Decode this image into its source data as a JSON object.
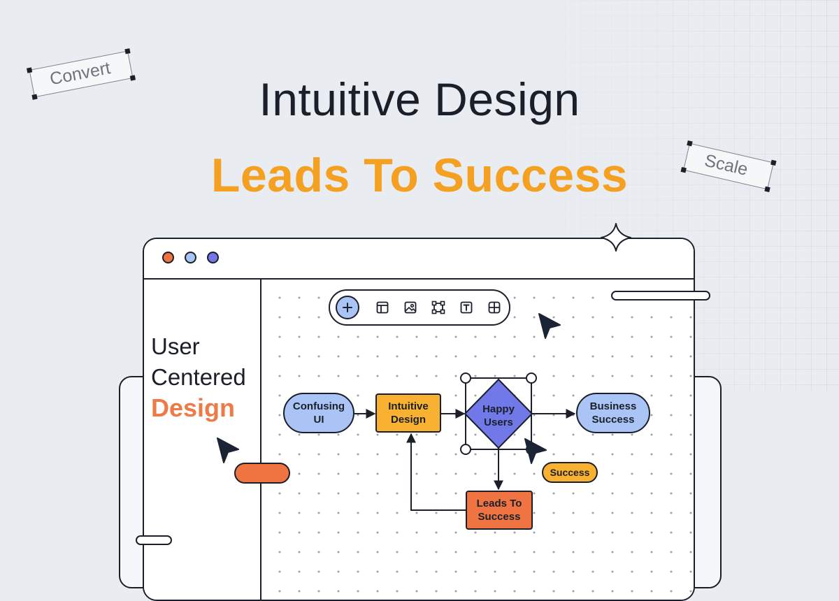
{
  "hero": {
    "title_line_1": "Intuitive Design",
    "title_line_2": "Leads To Success"
  },
  "tags": {
    "convert": "Convert",
    "scale": "Scale"
  },
  "sidebar": {
    "heading_line_1": "User",
    "heading_line_2": "Centered",
    "heading_accent": "Design"
  },
  "toolbar": {
    "tools": [
      "plus-icon",
      "layout-icon",
      "image-icon",
      "frame-select-icon",
      "text-tool-icon",
      "grid-icon"
    ]
  },
  "flow": {
    "confusing_ui": "Confusing UI",
    "intuitive_design": "Intuitive Design",
    "happy_users": "Happy Users",
    "business_success": "Business Success",
    "leads_to_success": "Leads To Success",
    "success": "Success"
  },
  "colors": {
    "accent_orange": "#f4a020",
    "coral": "#f07441",
    "light_blue": "#a9c4f5",
    "purple": "#7178e8",
    "amber": "#f8b130",
    "ink": "#1b1f2a"
  }
}
